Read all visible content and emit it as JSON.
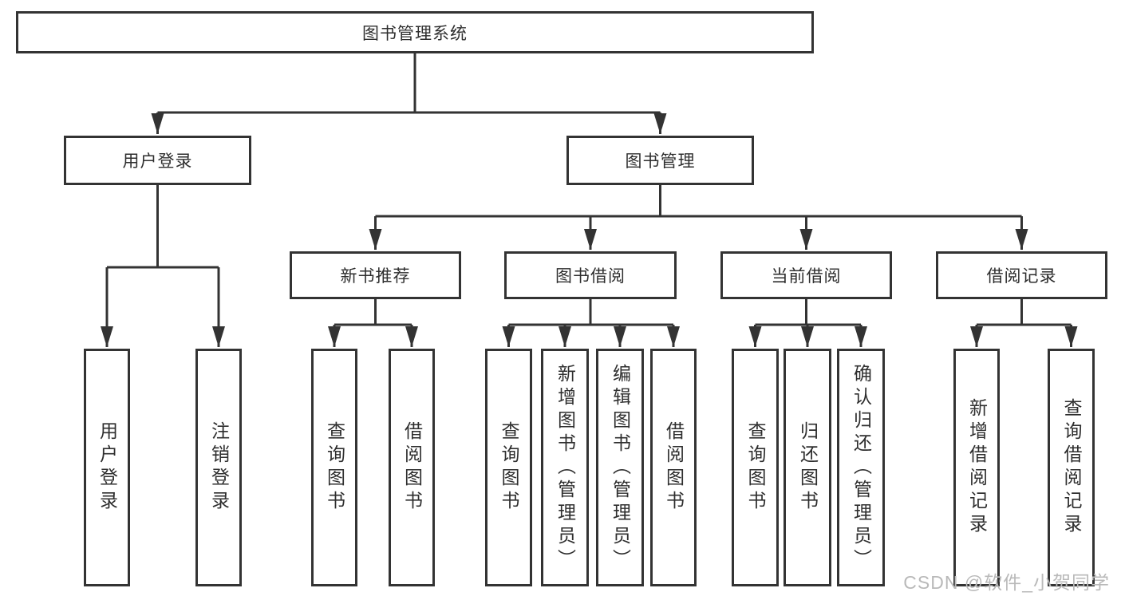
{
  "tree": {
    "root": {
      "label": "图书管理系统"
    },
    "branches": [
      {
        "label": "用户登录",
        "children": [
          {
            "label": "用户登录"
          },
          {
            "label": "注销登录"
          }
        ]
      },
      {
        "label": "图书管理",
        "children": [
          {
            "label": "新书推荐",
            "children": [
              {
                "label": "查询图书"
              },
              {
                "label": "借阅图书"
              }
            ]
          },
          {
            "label": "图书借阅",
            "children": [
              {
                "label": "查询图书"
              },
              {
                "label": "新增图书（管理员）"
              },
              {
                "label": "编辑图书（管理员）"
              },
              {
                "label": "借阅图书"
              }
            ]
          },
          {
            "label": "当前借阅",
            "children": [
              {
                "label": "查询图书"
              },
              {
                "label": "归还图书"
              },
              {
                "label": "确认归还（管理员）"
              }
            ]
          },
          {
            "label": "借阅记录",
            "children": [
              {
                "label": "新增借阅记录"
              },
              {
                "label": "查询借阅记录"
              }
            ]
          }
        ]
      }
    ]
  },
  "watermark": {
    "text": "CSDN @软件_小贺同学"
  },
  "colors": {
    "line": "#333333",
    "text": "#2e2e2e",
    "box_fill": "#ffffff",
    "watermark": "#b9b9b9",
    "background": "#ffffff"
  }
}
